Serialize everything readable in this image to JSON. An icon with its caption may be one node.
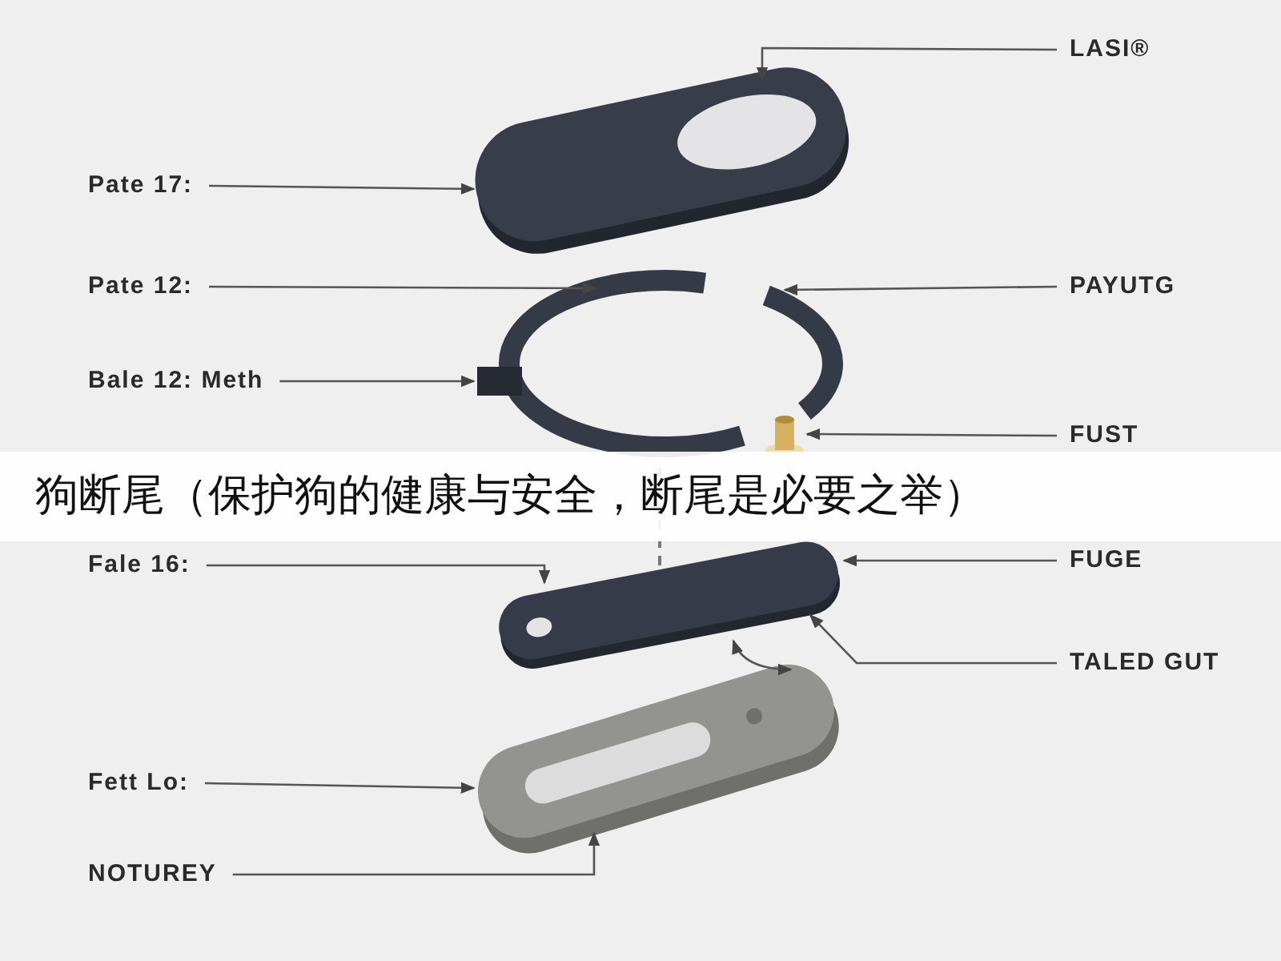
{
  "diagram": {
    "title": "狗断尾（保护狗的健康与安全，断尾是必要之举）",
    "nodes": [
      {
        "text": [],
        "shape": "picture"
      },
      {
        "text": [],
        "shape": "picture"
      },
      {
        "text": [],
        "shape": "picture"
      },
      {
        "text": [],
        "shape": "picture"
      },
      {
        "text": [],
        "shape": "picture"
      },
      {
        "text": [],
        "shape": "picture"
      },
      {
        "text": [
          "Pate 17:"
        ]
      },
      {
        "text": [
          "LASI®"
        ]
      },
      {
        "text": [
          "Pate 12:"
        ]
      },
      {
        "text": [
          "Bale 12: Meth"
        ]
      },
      {
        "text": [
          "PAYUTG"
        ]
      },
      {
        "text": [
          "FUST"
        ]
      },
      {
        "text": [
          "Fale 16:"
        ]
      },
      {
        "text": [
          "FUGE"
        ]
      },
      {
        "text": [
          "TALED GUT"
        ]
      },
      {
        "text": [
          "Fett Lo:"
        ]
      },
      {
        "text": [
          "NOTUREY"
        ]
      }
    ],
    "edges": [
      {
        "from": 6,
        "to": 0,
        "arrow": "to"
      },
      {
        "from": 7,
        "to": 0,
        "arrow": "to"
      },
      {
        "from": 8,
        "to": 1,
        "arrow": "to"
      },
      {
        "from": 9,
        "to": 1,
        "arrow": "to"
      },
      {
        "from": 10,
        "to": 2,
        "arrow": "to"
      },
      {
        "from": 11,
        "to": 3,
        "arrow": "to"
      },
      {
        "from": 12,
        "to": 4,
        "arrow": "to"
      },
      {
        "from": 13,
        "to": 4,
        "arrow": "to"
      },
      {
        "from": 14,
        "to": 4,
        "arrow": "to"
      },
      {
        "from": 15,
        "to": 5,
        "arrow": "to"
      },
      {
        "from": 16,
        "to": 5,
        "arrow": "to"
      }
    ]
  }
}
